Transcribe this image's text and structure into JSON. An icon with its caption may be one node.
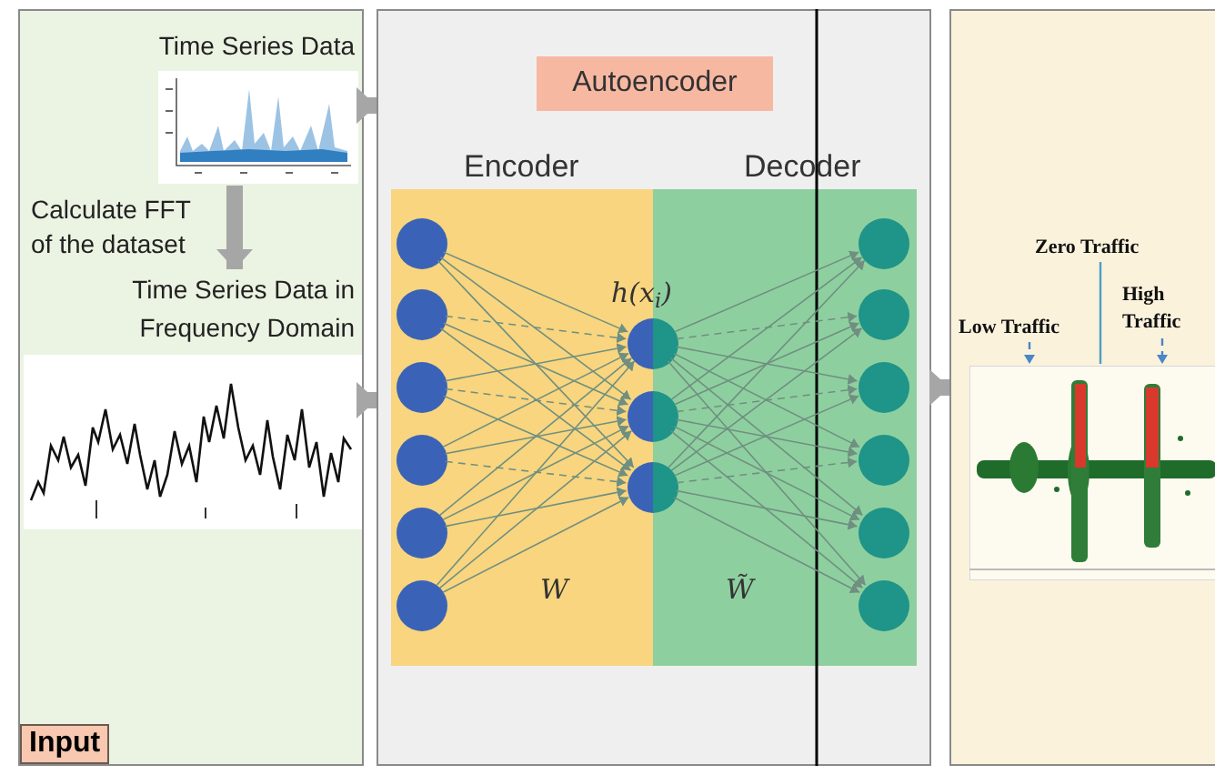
{
  "diagram": {
    "nodes": [
      {
        "text": [
          "Input"
        ]
      },
      {
        "text": [
          "Time Series Data"
        ],
        "in": 0
      },
      {
        "text": [
          "Time Series Data in Frequency Domain"
        ],
        "in": 0
      },
      {
        "text": [],
        "shape": "box"
      },
      {
        "text": [
          "Autoencoder"
        ],
        "in": 3
      },
      {
        "text": [
          "Encoder",
          "W"
        ],
        "in": 3
      },
      {
        "text": [
          "Decoder",
          "W̃"
        ],
        "in": 3
      },
      {
        "text": [],
        "shape": "circle",
        "in": 5
      },
      {
        "text": [],
        "shape": "circle",
        "in": 5
      },
      {
        "text": [],
        "shape": "circle",
        "in": 5
      },
      {
        "text": [],
        "shape": "circle",
        "in": 5
      },
      {
        "text": [],
        "shape": "circle",
        "in": 5
      },
      {
        "text": [],
        "shape": "circle",
        "in": 5
      },
      {
        "text": [],
        "shape": "circle",
        "in": 3
      },
      {
        "text": [],
        "shape": "circle",
        "in": 3
      },
      {
        "text": [],
        "shape": "circle",
        "in": 3
      },
      {
        "text": [],
        "shape": "circle",
        "in": 6
      },
      {
        "text": [],
        "shape": "circle",
        "in": 6
      },
      {
        "text": [],
        "shape": "circle",
        "in": 6
      },
      {
        "text": [],
        "shape": "circle",
        "in": 6
      },
      {
        "text": [],
        "shape": "circle",
        "in": 6
      },
      {
        "text": [],
        "shape": "circle",
        "in": 6
      },
      {
        "text": [],
        "shape": "box"
      },
      {
        "text": [],
        "shape": "picture",
        "in": 22
      },
      {
        "text": [
          "Low Traffic"
        ],
        "in": 22
      },
      {
        "text": [
          "Zero Traffic"
        ],
        "in": 22
      },
      {
        "text": [
          "High Traffic"
        ],
        "in": 22
      }
    ],
    "edges": [
      {
        "from": 1,
        "to": 2,
        "arrow": "to",
        "label": "Calculate FFT of the dataset",
        "style": "thick",
        "color": "#a6a6a6"
      },
      {
        "from": 1,
        "to": 3,
        "arrow": "to",
        "style": "thick",
        "color": "#a6a6a6"
      },
      {
        "from": 2,
        "to": 3,
        "arrow": "to",
        "style": "thick",
        "color": "#a6a6a6"
      },
      {
        "from": 3,
        "to": 22,
        "arrow": "to",
        "style": "thick",
        "color": "#a6a6a6"
      },
      {
        "from": 7,
        "to": 13,
        "arrow": "to"
      },
      {
        "from": 7,
        "to": 14,
        "arrow": "to"
      },
      {
        "from": 7,
        "to": 15,
        "arrow": "to"
      },
      {
        "from": 8,
        "to": 13,
        "arrow": "to",
        "style": "dashed"
      },
      {
        "from": 8,
        "to": 14,
        "arrow": "to"
      },
      {
        "from": 8,
        "to": 15,
        "arrow": "to"
      },
      {
        "from": 9,
        "to": 13,
        "arrow": "to"
      },
      {
        "from": 9,
        "to": 14,
        "arrow": "to",
        "style": "dashed"
      },
      {
        "from": 9,
        "to": 15,
        "arrow": "to"
      },
      {
        "from": 10,
        "to": 13,
        "arrow": "to"
      },
      {
        "from": 10,
        "to": 14,
        "arrow": "to"
      },
      {
        "from": 10,
        "to": 15,
        "arrow": "to",
        "style": "dashed"
      },
      {
        "from": 11,
        "to": 13,
        "arrow": "to"
      },
      {
        "from": 11,
        "to": 14,
        "arrow": "to"
      },
      {
        "from": 11,
        "to": 15,
        "arrow": "to"
      },
      {
        "from": 12,
        "to": 13,
        "arrow": "to"
      },
      {
        "from": 12,
        "to": 14,
        "arrow": "to"
      },
      {
        "from": 12,
        "to": 15,
        "arrow": "to"
      },
      {
        "from": 13,
        "to": 16,
        "arrow": "to"
      },
      {
        "from": 13,
        "to": 17,
        "arrow": "to",
        "style": "dashed"
      },
      {
        "from": 13,
        "to": 18,
        "arrow": "to"
      },
      {
        "from": 13,
        "to": 19,
        "arrow": "to"
      },
      {
        "from": 13,
        "to": 20,
        "arrow": "to"
      },
      {
        "from": 13,
        "to": 21,
        "arrow": "to"
      },
      {
        "from": 14,
        "to": 16,
        "arrow": "to"
      },
      {
        "from": 14,
        "to": 17,
        "arrow": "to"
      },
      {
        "from": 14,
        "to": 18,
        "arrow": "to",
        "style": "dashed"
      },
      {
        "from": 14,
        "to": 19,
        "arrow": "to"
      },
      {
        "from": 14,
        "to": 20,
        "arrow": "to"
      },
      {
        "from": 14,
        "to": 21,
        "arrow": "to"
      },
      {
        "from": 15,
        "to": 16,
        "arrow": "to"
      },
      {
        "from": 15,
        "to": 17,
        "arrow": "to"
      },
      {
        "from": 15,
        "to": 18,
        "arrow": "to"
      },
      {
        "from": 15,
        "to": 19,
        "arrow": "to",
        "style": "dashed"
      },
      {
        "from": 15,
        "to": 20,
        "arrow": "to"
      },
      {
        "from": 15,
        "to": 21,
        "arrow": "to"
      },
      {
        "from": 24,
        "to": 23,
        "arrow": "to",
        "style": "dashed",
        "color": "#4a86c8"
      },
      {
        "from": 25,
        "to": 23,
        "arrow": "none",
        "color": "#4a9fc8"
      },
      {
        "from": 26,
        "to": 23,
        "arrow": "to",
        "style": "dashed",
        "color": "#4a86c8"
      }
    ],
    "labels": [
      "h(x$_{i}$)"
    ]
  }
}
